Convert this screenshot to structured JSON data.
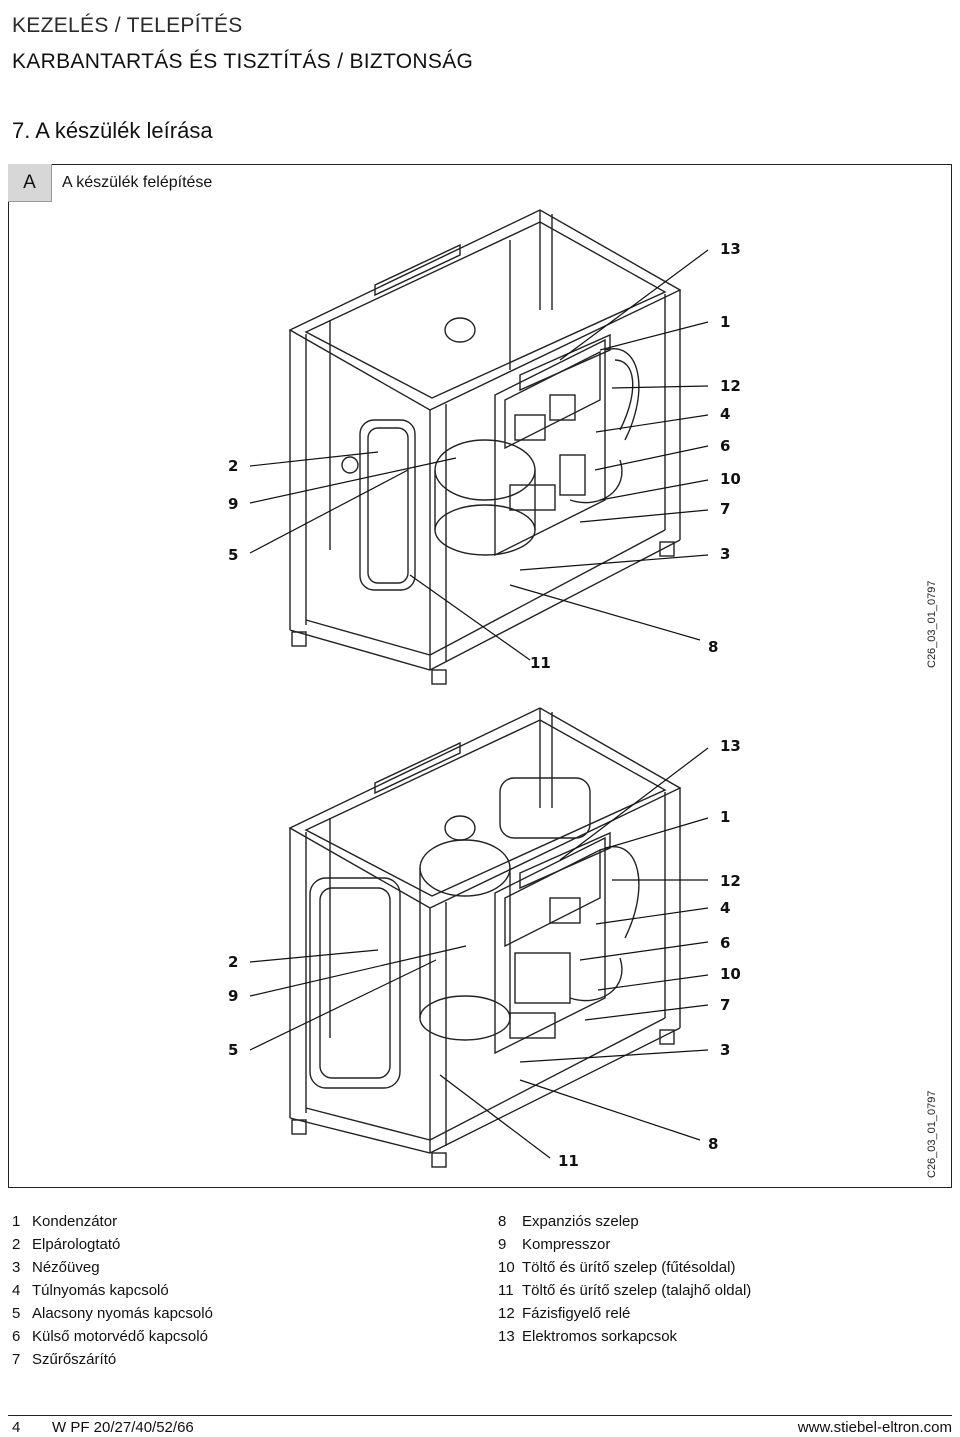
{
  "header": {
    "line1": "KEZELÉS / TELEPÍTÉS",
    "line2": "KARBANTARTÁS ÉS TISZTÍTÁS / BIZTONSÁG"
  },
  "section_title": "7. A készülék leírása",
  "figure": {
    "tab": "A",
    "title": "A készülék felépítése",
    "code": "C26_03_01_0797",
    "labels": [
      "13",
      "1",
      "12",
      "4",
      "6",
      "10",
      "7",
      "3",
      "8",
      "11",
      "2",
      "9",
      "5"
    ]
  },
  "legend_left": [
    {
      "n": "1",
      "text": "Kondenzátor"
    },
    {
      "n": "2",
      "text": "Elpárologtató"
    },
    {
      "n": "3",
      "text": "Nézőüveg"
    },
    {
      "n": "4",
      "text": "Túlnyomás kapcsoló"
    },
    {
      "n": "5",
      "text": "Alacsony nyomás kapcsoló"
    },
    {
      "n": "6",
      "text": "Külső motorvédő kapcsoló"
    },
    {
      "n": "7",
      "text": "Szűrőszárító"
    }
  ],
  "legend_right": [
    {
      "n": "8",
      "text": "Expanziós szelep"
    },
    {
      "n": "9",
      "text": "Kompresszor"
    },
    {
      "n": "10",
      "text": "Töltő és ürítő szelep (fűtésoldal)"
    },
    {
      "n": "11",
      "text": "Töltő és ürítő szelep (talajhő oldal)"
    },
    {
      "n": "12",
      "text": "Fázisfigyelő relé"
    },
    {
      "n": "13",
      "text": "Elektromos sorkapcsok"
    }
  ],
  "footer": {
    "page": "4",
    "model": "W PF 20/27/40/52/66",
    "url": "www.stiebel-eltron.com"
  }
}
